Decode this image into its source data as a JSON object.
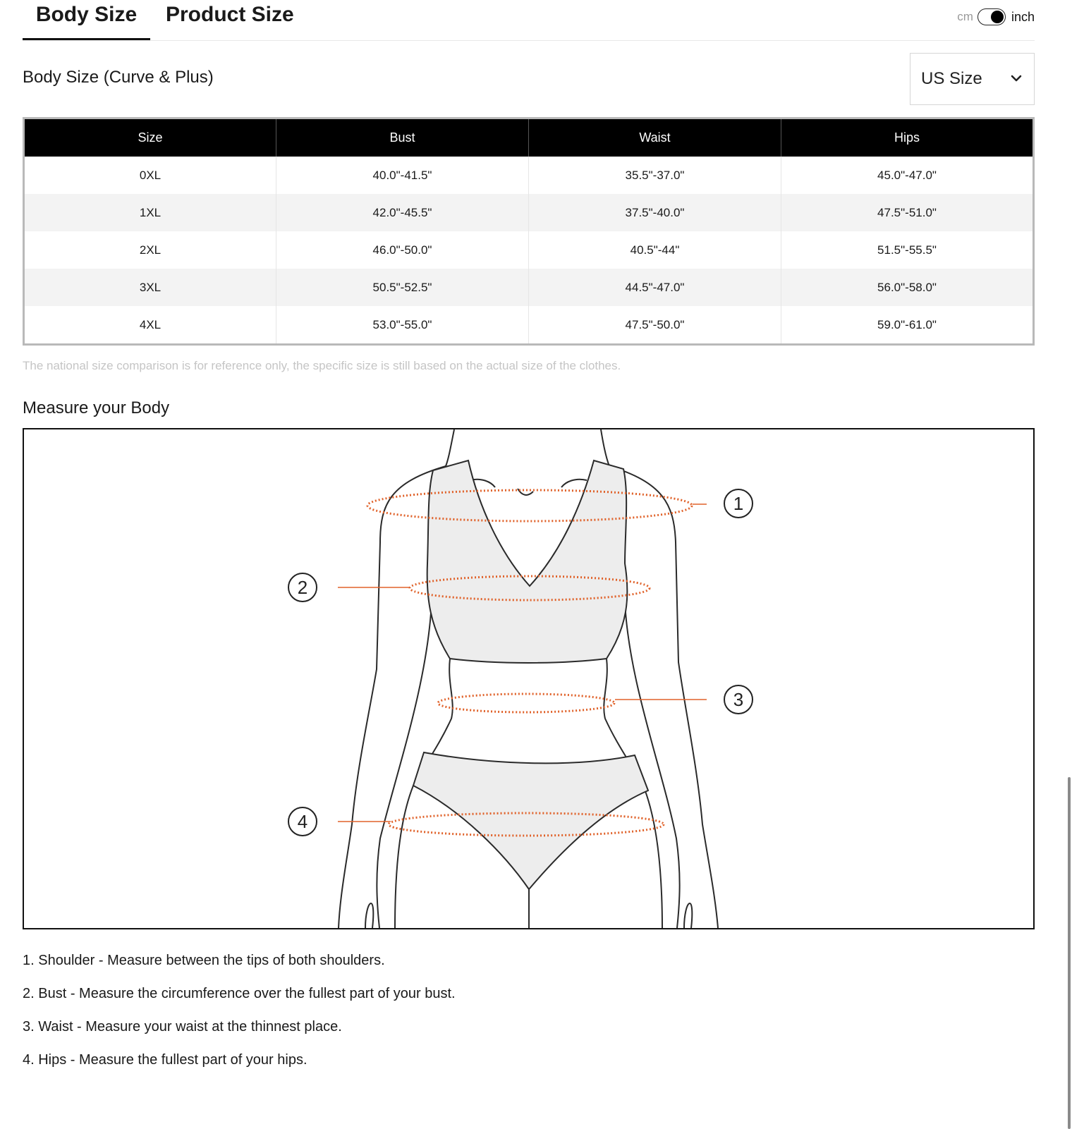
{
  "tabs": [
    {
      "label": "Body Size",
      "active": true
    },
    {
      "label": "Product Size",
      "active": false
    }
  ],
  "unit_toggle": {
    "off_label": "cm",
    "on_label": "inch",
    "selected": "inch"
  },
  "section_title": "Body Size (Curve & Plus)",
  "size_select": {
    "value": "US Size"
  },
  "table": {
    "headers": [
      "Size",
      "Bust",
      "Waist",
      "Hips"
    ],
    "rows": [
      [
        "0XL",
        "40.0\"-41.5\"",
        "35.5\"-37.0\"",
        "45.0\"-47.0\""
      ],
      [
        "1XL",
        "42.0\"-45.5\"",
        "37.5\"-40.0\"",
        "47.5\"-51.0\""
      ],
      [
        "2XL",
        "46.0\"-50.0\"",
        "40.5\"-44\"",
        "51.5\"-55.5\""
      ],
      [
        "3XL",
        "50.5\"-52.5\"",
        "44.5\"-47.0\"",
        "56.0\"-58.0\""
      ],
      [
        "4XL",
        "53.0\"-55.0\"",
        "47.5\"-50.0\"",
        "59.0\"-61.0\""
      ]
    ]
  },
  "note": "The national size comparison is for reference only, the specific size is still based on the actual size of the clothes.",
  "measure_title": "Measure your Body",
  "figure": {
    "callouts": [
      "1",
      "2",
      "3",
      "4"
    ],
    "accent_color": "#e0622a"
  },
  "instructions": [
    "1. Shoulder - Measure between the tips of both shoulders.",
    "2. Bust - Measure the circumference over the fullest part of your bust.",
    "3. Waist - Measure your waist at the thinnest place.",
    "4. Hips - Measure the fullest part of your hips."
  ]
}
